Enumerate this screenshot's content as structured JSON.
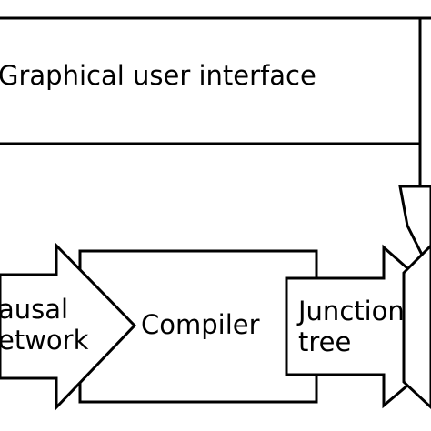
{
  "diagram": {
    "gui_label": "Graphical user interface",
    "input_label_line1": "ausal",
    "input_label_line2": "etwork",
    "compiler_label": "Compiler",
    "output_label_line1": "Junction",
    "output_label_line2": "tree"
  }
}
